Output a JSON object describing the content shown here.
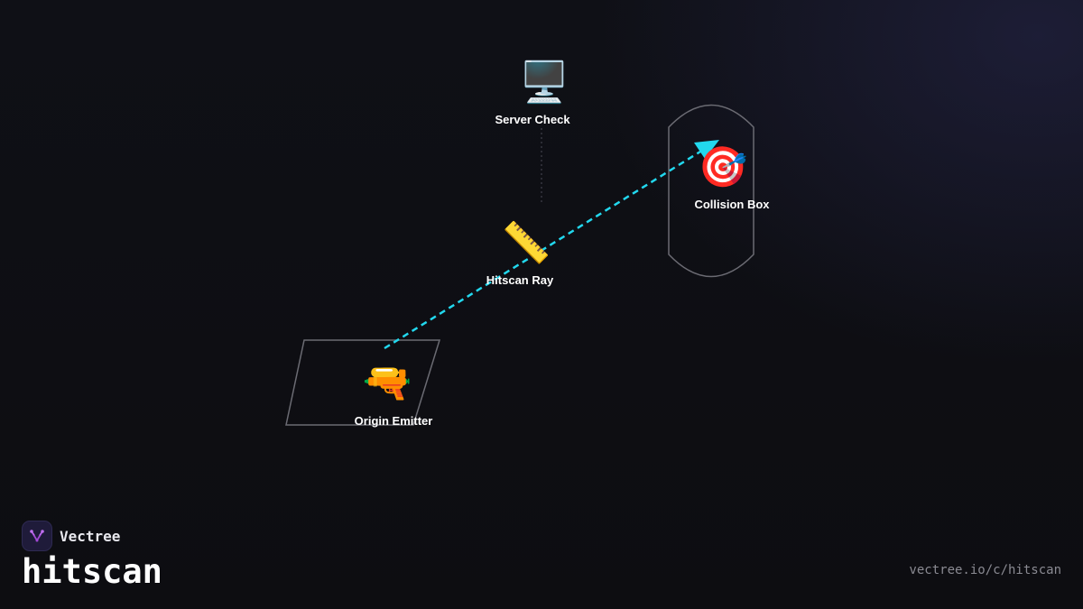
{
  "diagram": {
    "nodes": {
      "server": {
        "label": "Server Check",
        "icon": "desktop-computer-icon",
        "glyph": "🖥️"
      },
      "target": {
        "label": "Collision Box",
        "icon": "direct-hit-target-icon",
        "glyph": "🎯"
      },
      "ray": {
        "label": "Hitscan Ray",
        "icon": "straight-ruler-icon",
        "glyph": "📏"
      },
      "origin": {
        "label": "Origin Emitter",
        "icon": "water-pistol-icon",
        "glyph": "🔫"
      }
    },
    "edges": [
      {
        "from": "origin",
        "to": "target",
        "style": "dashed-arrow",
        "color": "#22d8ee"
      },
      {
        "from": "server",
        "to": "ray",
        "style": "dotted",
        "color": "#4a4a55"
      }
    ],
    "shapes": [
      {
        "name": "collision-capsule",
        "color": "#6b6b73"
      },
      {
        "name": "origin-parallelogram",
        "color": "#6b6b73"
      }
    ]
  },
  "brand": {
    "name": "Vectree",
    "logo_icon": "vectree-logo-icon",
    "logo_color": "#a349d6"
  },
  "title": "hitscan",
  "url": "vectree.io/c/hitscan",
  "colors": {
    "background": "#0f0f13",
    "ray": "#22d8ee",
    "outline": "#6b6b73",
    "text": "#ffffff",
    "muted": "#8a8a92"
  }
}
